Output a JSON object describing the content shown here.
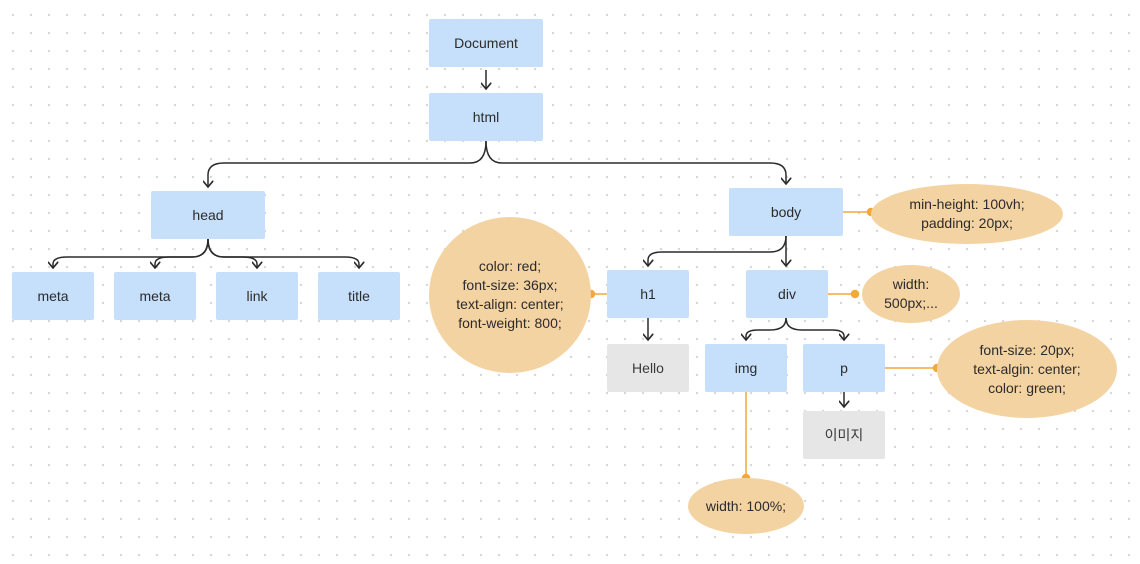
{
  "diagram": {
    "nodes": {
      "document": "Document",
      "html": "html",
      "head": "head",
      "body": "body",
      "meta1": "meta",
      "meta2": "meta",
      "link": "link",
      "title": "title",
      "h1": "h1",
      "div": "div",
      "hello": "Hello",
      "img": "img",
      "p": "p",
      "text": "이미지"
    },
    "notes": {
      "body": "min-height: 100vh;\npadding: 20px;",
      "h1": "color: red;\nfont-size: 36px;\ntext-align: center;\nfont-weight: 800;",
      "div": "width:\n500px;...",
      "p": "font-size: 20px;\ntext-algin: center;\ncolor: green;",
      "img": "width: 100%;"
    },
    "colors": {
      "element_fill": "#c6e0fb",
      "text_node_fill": "#e6e6e6",
      "style_note_fill": "#f4d3a3",
      "style_connector": "#f2a93b",
      "tree_edge": "#2b2b2b",
      "background_dots": "#d6d6d6"
    }
  }
}
